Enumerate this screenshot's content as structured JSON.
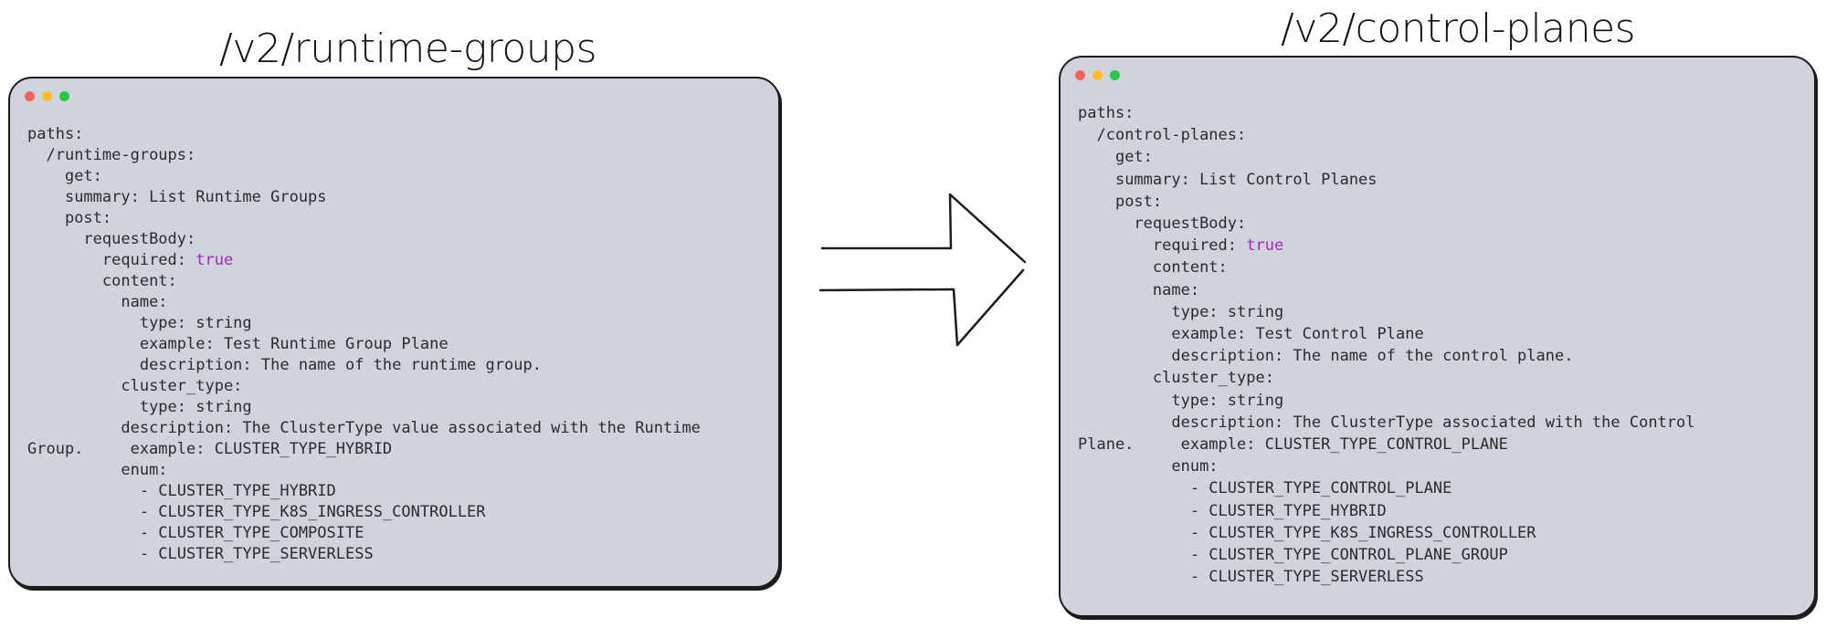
{
  "colors": {
    "window_bg": "#ced3dc",
    "outline": "#1c1c1c",
    "code_text": "#2b2b2b",
    "boolean_value": "#a02ab5",
    "dot_red": "#ff5f57",
    "dot_yellow": "#febc2e",
    "dot_green": "#28c840"
  },
  "left_panel": {
    "title": "/v2/runtime-groups",
    "lines": [
      {
        "indent": "",
        "key": "paths:",
        "value": ""
      },
      {
        "indent": "  ",
        "key": "/runtime-groups:",
        "value": ""
      },
      {
        "indent": "    ",
        "key": "get:",
        "value": ""
      },
      {
        "indent": "    ",
        "key": "summary: List Runtime Groups",
        "value": ""
      },
      {
        "indent": "    ",
        "key": "post:",
        "value": ""
      },
      {
        "indent": "      ",
        "key": "requestBody:",
        "value": ""
      },
      {
        "indent": "        ",
        "key": "required: ",
        "value": "true"
      },
      {
        "indent": "        ",
        "key": "content:",
        "value": ""
      },
      {
        "indent": "          ",
        "key": "name:",
        "value": ""
      },
      {
        "indent": "            ",
        "key": "type: string",
        "value": ""
      },
      {
        "indent": "            ",
        "key": "example: Test Runtime Group Plane",
        "value": ""
      },
      {
        "indent": "            ",
        "key": "description: The name of the runtime group.",
        "value": ""
      },
      {
        "indent": "          ",
        "key": "cluster_type:",
        "value": ""
      },
      {
        "indent": "            ",
        "key": "type: string",
        "value": ""
      },
      {
        "indent": "          ",
        "key": "description: The ClusterType value associated with the Runtime",
        "value": ""
      },
      {
        "indent": "",
        "key": "Group.     example: CLUSTER_TYPE_HYBRID",
        "value": ""
      },
      {
        "indent": "          ",
        "key": "enum:",
        "value": ""
      },
      {
        "indent": "            ",
        "key": "- CLUSTER_TYPE_HYBRID",
        "value": ""
      },
      {
        "indent": "            ",
        "key": "- CLUSTER_TYPE_K8S_INGRESS_CONTROLLER",
        "value": ""
      },
      {
        "indent": "            ",
        "key": "- CLUSTER_TYPE_COMPOSITE",
        "value": ""
      },
      {
        "indent": "            ",
        "key": "- CLUSTER_TYPE_SERVERLESS",
        "value": ""
      }
    ]
  },
  "right_panel": {
    "title": "/v2/control-planes",
    "lines": [
      {
        "indent": "",
        "key": "paths:",
        "value": ""
      },
      {
        "indent": "  ",
        "key": "/control-planes:",
        "value": ""
      },
      {
        "indent": "    ",
        "key": "get:",
        "value": ""
      },
      {
        "indent": "    ",
        "key": "summary: List Control Planes",
        "value": ""
      },
      {
        "indent": "    ",
        "key": "post:",
        "value": ""
      },
      {
        "indent": "      ",
        "key": "requestBody:",
        "value": ""
      },
      {
        "indent": "        ",
        "key": "required: ",
        "value": "true"
      },
      {
        "indent": "        ",
        "key": "content:",
        "value": ""
      },
      {
        "indent": "        ",
        "key": "name:",
        "value": ""
      },
      {
        "indent": "          ",
        "key": "type: string",
        "value": ""
      },
      {
        "indent": "          ",
        "key": "example: Test Control Plane",
        "value": ""
      },
      {
        "indent": "          ",
        "key": "description: The name of the control plane.",
        "value": ""
      },
      {
        "indent": "        ",
        "key": "cluster_type:",
        "value": ""
      },
      {
        "indent": "          ",
        "key": "type: string",
        "value": ""
      },
      {
        "indent": "          ",
        "key": "description: The ClusterType associated with the Control",
        "value": ""
      },
      {
        "indent": "",
        "key": "Plane.     example: CLUSTER_TYPE_CONTROL_PLANE",
        "value": ""
      },
      {
        "indent": "          ",
        "key": "enum:",
        "value": ""
      },
      {
        "indent": "            ",
        "key": "- CLUSTER_TYPE_CONTROL_PLANE",
        "value": ""
      },
      {
        "indent": "            ",
        "key": "- CLUSTER_TYPE_HYBRID",
        "value": ""
      },
      {
        "indent": "            ",
        "key": "- CLUSTER_TYPE_K8S_INGRESS_CONTROLLER",
        "value": ""
      },
      {
        "indent": "            ",
        "key": "- CLUSTER_TYPE_CONTROL_PLANE_GROUP",
        "value": ""
      },
      {
        "indent": "            ",
        "key": "- CLUSTER_TYPE_SERVERLESS",
        "value": ""
      }
    ]
  }
}
